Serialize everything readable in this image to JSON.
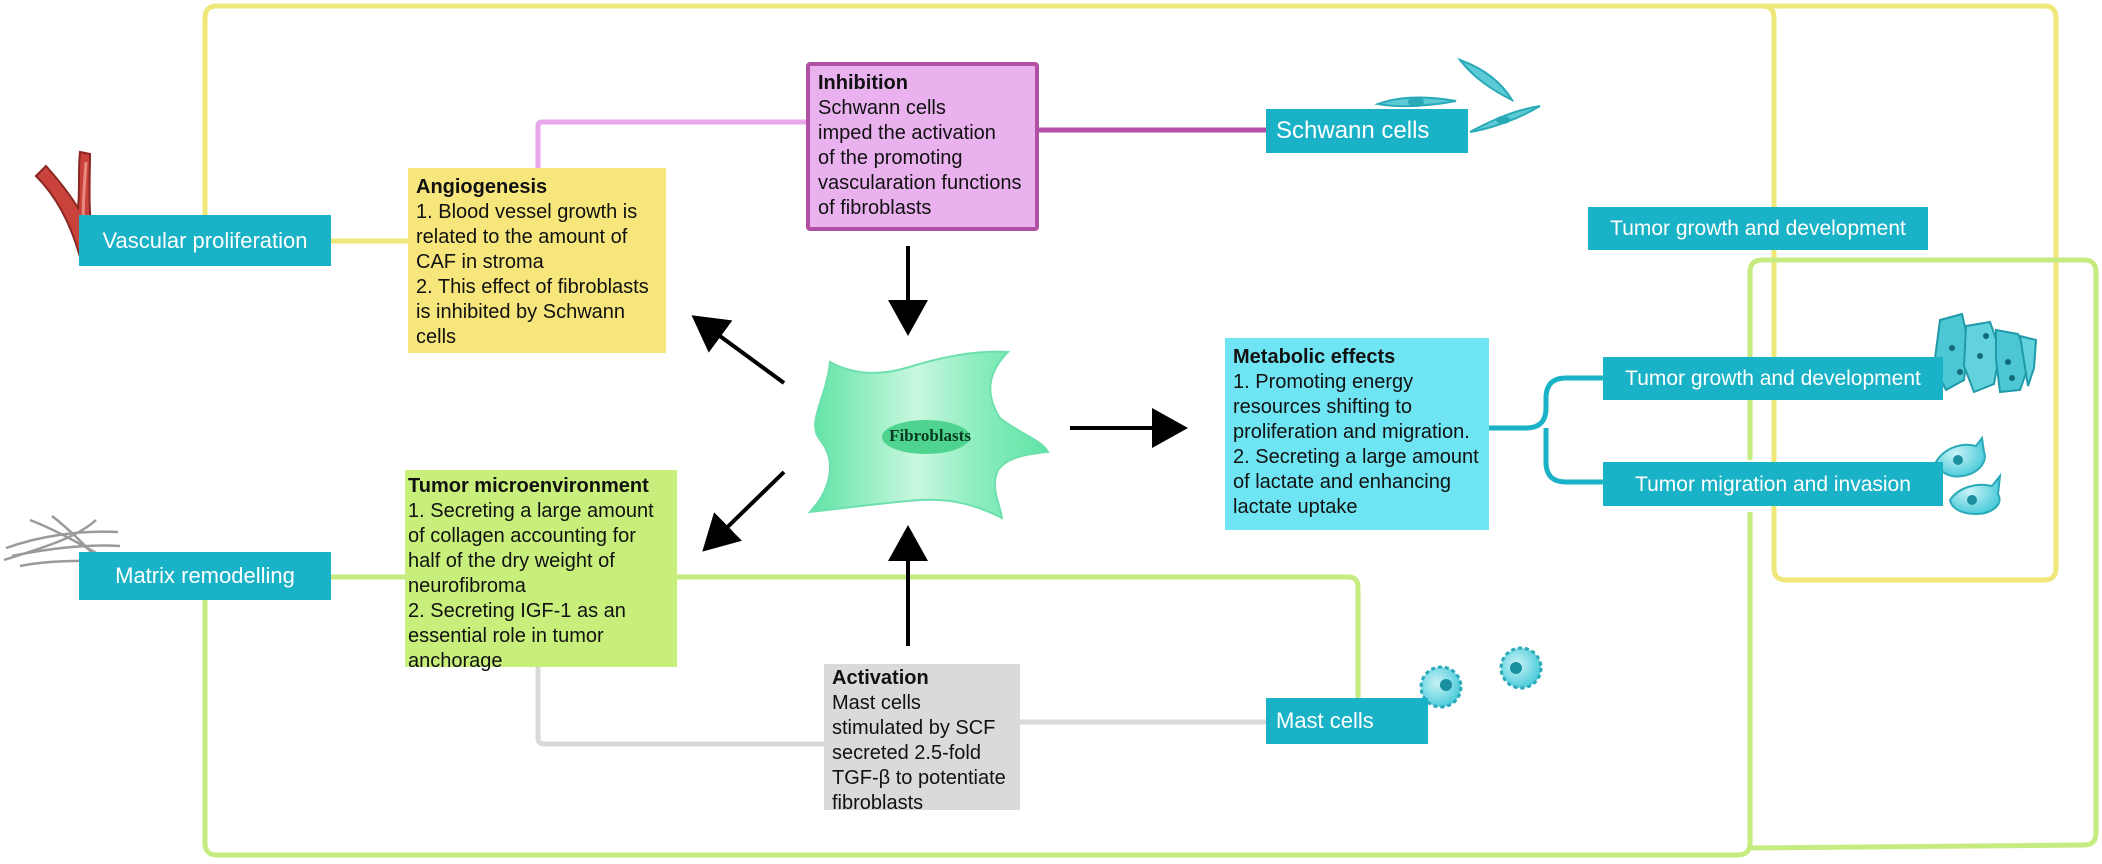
{
  "colors": {
    "label_fill": "#1ab2c6",
    "angiogenesis": "#f6e67c",
    "inhibition": "#eab1ef",
    "inhibition_border": "#b050a5",
    "microenvironment": "#c8ef7c",
    "metabolic": "#6fe4f2",
    "activation": "#dadada",
    "yellow_line": "#efe77a",
    "green_line": "#c6eb80",
    "pink_line": "#e7a7ea",
    "purple_line": "#b54fa9",
    "gray_line": "#d9d9d9"
  },
  "labels": {
    "vascular": "Vascular proliferation",
    "matrix": "Matrix remodelling",
    "schwann": "Schwann cells",
    "mast": "Mast cells",
    "growth_top": "Tumor growth and development",
    "growth": "Tumor growth and development",
    "migration": "Tumor migration and invasion"
  },
  "center": {
    "label": "Fibroblasts"
  },
  "boxes": {
    "angiogenesis": {
      "title": "Angiogenesis",
      "body": "1. Blood vessel growth is\nrelated to the amount of\nCAF in stroma\n2. This effect of fibroblasts\nis inhibited by Schwann\ncells"
    },
    "inhibition": {
      "title": "Inhibition",
      "body": "Schwann cells\nimped the activation\nof the promoting\nvascularation functions\nof fibroblasts"
    },
    "microenvironment": {
      "title": "Tumor microenvironment",
      "body": "1. Secreting a large amount\nof collagen accounting for\nhalf of the dry weight of\nneurofibroma\n2. Secreting IGF-1 as an\nessential role in tumor\nanchorage"
    },
    "metabolic": {
      "title": "Metabolic effects",
      "body": "1. Promoting energy\nresources shifting to\nproliferation and migration.\n2. Secreting a large amount\nof lactate and enhancing\nlactate uptake"
    },
    "activation": {
      "title": "Activation",
      "body": "Mast cells\nstimulated by SCF\nsecreted 2.5-fold\nTGF-β to potentiate\nfibroblasts"
    }
  },
  "icons": {
    "vessel": "blood-vessel-icon",
    "fibers": "collagen-fibers-icon",
    "schwann": "schwann-cells-icon",
    "mast": "mast-cells-icon",
    "tumor_cluster": "tumor-cells-cluster-icon",
    "migrating": "migrating-tumor-cells-icon"
  }
}
